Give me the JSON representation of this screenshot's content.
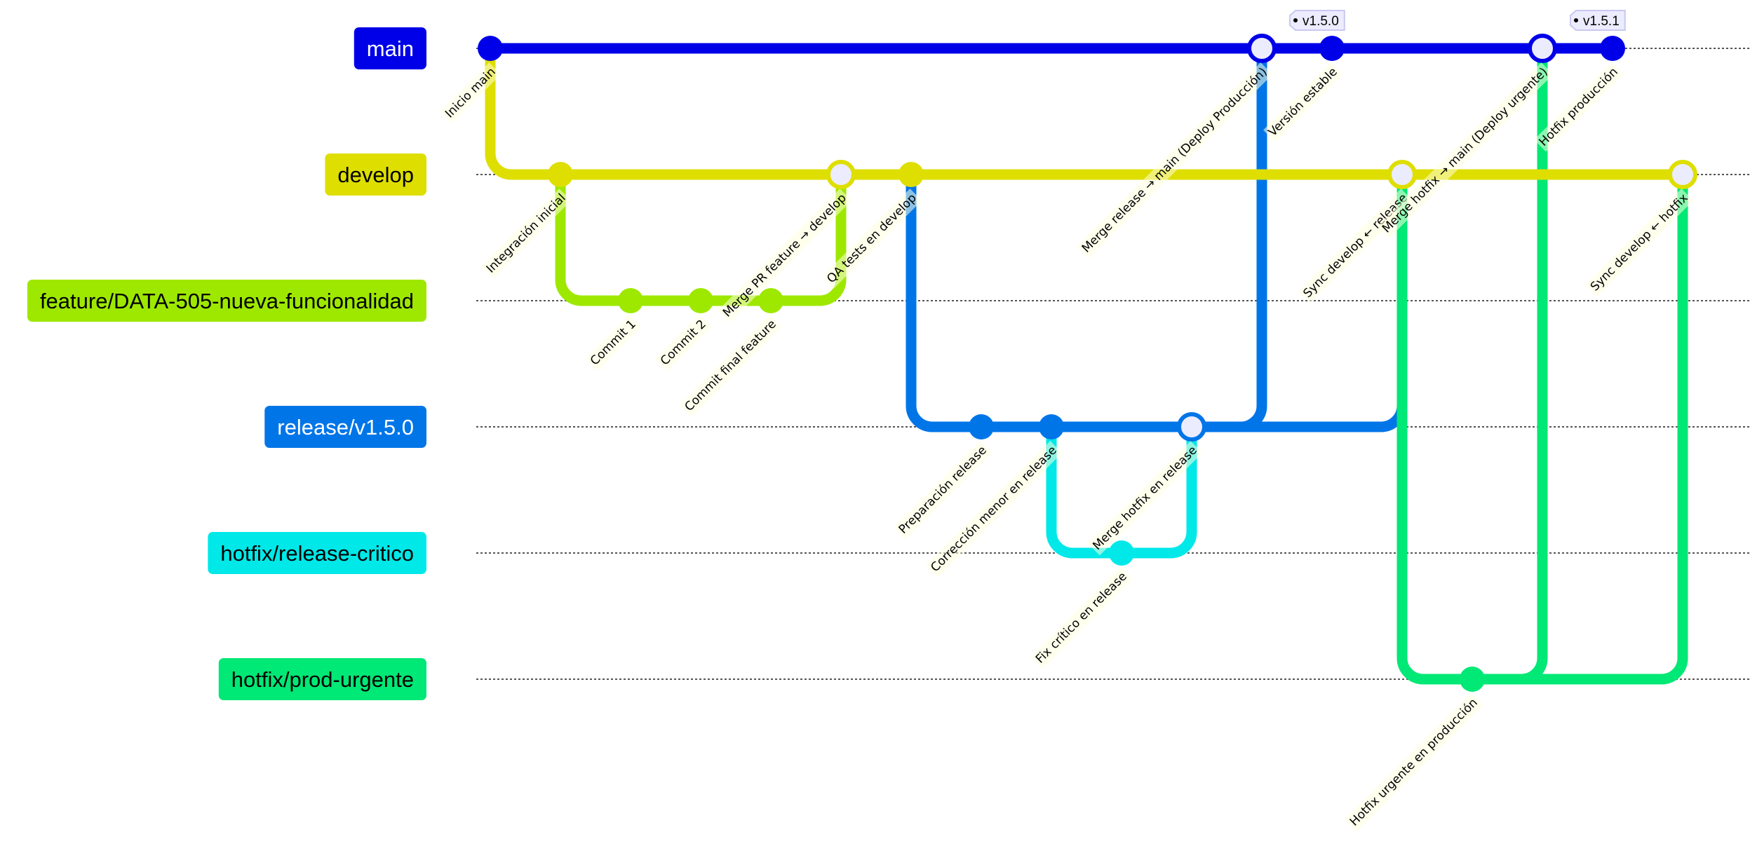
{
  "branches": [
    {
      "name": "main",
      "color": "#0000e8",
      "text_color": "#ffffff"
    },
    {
      "name": "develop",
      "color": "#dede00",
      "text_color": "#000000"
    },
    {
      "name": "feature/DATA-505-nueva-funcionalidad",
      "color": "#9ee800",
      "text_color": "#000000"
    },
    {
      "name": "release/v1.5.0",
      "color": "#0075e8",
      "text_color": "#ffffff"
    },
    {
      "name": "hotfix/release-critico",
      "color": "#00e8e8",
      "text_color": "#000000"
    },
    {
      "name": "hotfix/prod-urgente",
      "color": "#00e875",
      "text_color": "#000000"
    }
  ],
  "commits": [
    {
      "label": "Inicio main",
      "branch": 0,
      "parents": []
    },
    {
      "label": "Integración inicial",
      "branch": 1,
      "parents": [
        0
      ]
    },
    {
      "label": "Commit 1",
      "branch": 2,
      "parents": [
        1
      ]
    },
    {
      "label": "Commit 2",
      "branch": 2,
      "parents": [
        2
      ]
    },
    {
      "label": "Commit final feature",
      "branch": 2,
      "parents": [
        3
      ]
    },
    {
      "label": "Merge PR feature → develop",
      "branch": 1,
      "parents": [
        1,
        4
      ],
      "merge": true
    },
    {
      "label": "QA tests en develop",
      "branch": 1,
      "parents": [
        5
      ]
    },
    {
      "label": "Preparación release",
      "branch": 3,
      "parents": [
        6
      ]
    },
    {
      "label": "Corrección menor en release",
      "branch": 3,
      "parents": [
        7
      ]
    },
    {
      "label": "Fix crítico en release",
      "branch": 4,
      "parents": [
        8
      ]
    },
    {
      "label": "Merge hotfix en release",
      "branch": 3,
      "parents": [
        8,
        9
      ],
      "merge": true
    },
    {
      "label": "Merge release → main (Deploy Producción)",
      "branch": 0,
      "parents": [
        0,
        10
      ],
      "merge": true
    },
    {
      "label": "Versión estable",
      "branch": 0,
      "parents": [
        11
      ],
      "tag": "v1.5.0"
    },
    {
      "label": "Sync develop ← release",
      "branch": 1,
      "parents": [
        6,
        10
      ],
      "merge": true
    },
    {
      "label": "Hotfix urgente en producción",
      "branch": 5,
      "parents": [
        13
      ]
    },
    {
      "label": "Merge hotfix → main (Deploy urgente)",
      "branch": 0,
      "parents": [
        12,
        14
      ],
      "merge": true
    },
    {
      "label": "Hotfix producción",
      "branch": 0,
      "parents": [
        15
      ],
      "tag": "v1.5.1"
    },
    {
      "label": "Sync develop ← hotfix",
      "branch": 1,
      "parents": [
        13,
        14
      ],
      "merge": true
    }
  ],
  "merge_fill": "#ececff",
  "tag_fill": "#ececff",
  "tag_stroke": "#c8c8f0",
  "label_bg": "#ffffde"
}
